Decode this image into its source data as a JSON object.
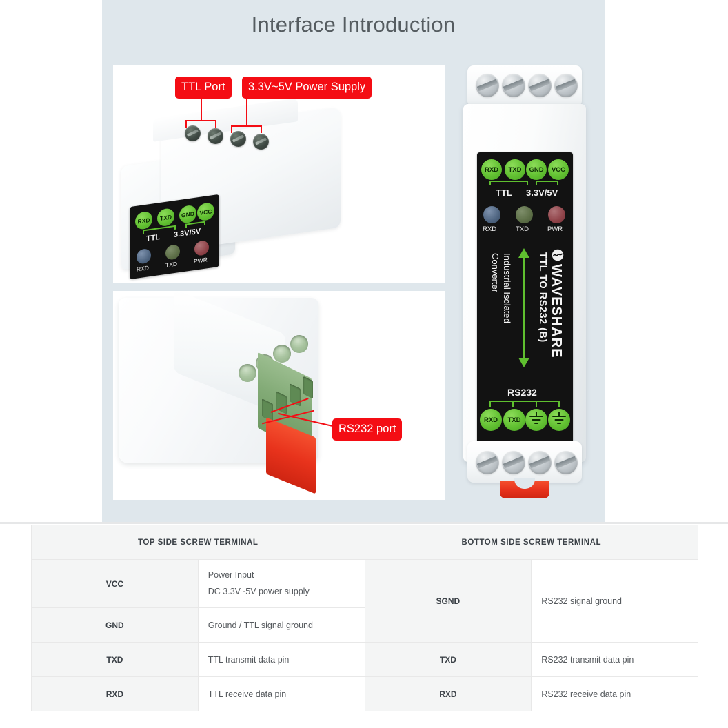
{
  "section": {
    "title": "Interface Introduction"
  },
  "callouts": {
    "ttl_port": "TTL Port",
    "power_supply": "3.3V~5V Power Supply",
    "rs232_port": "RS232 port"
  },
  "device_label": {
    "top_pads": [
      "RXD",
      "TXD",
      "GND",
      "VCC"
    ],
    "top_group_left": "TTL",
    "top_group_right": "3.3V/5V",
    "leds": [
      "RXD",
      "TXD",
      "PWR"
    ],
    "brand": "WAVESHARE",
    "product": "TTL TO RS232 (B)",
    "subtitle_line1": "Industrial Isolated",
    "subtitle_line2": "Converter",
    "bottom_group": "RS232",
    "bottom_pads": [
      "RXD",
      "TXD",
      "gnd-symbol",
      "gnd-symbol"
    ]
  },
  "icons": {
    "screw_terminal": "screw-icon",
    "ground_symbol": "ground-icon",
    "waveshare_logo": "waveshare-logo-icon",
    "signal_arrow": "down-arrow-icon"
  },
  "colors": {
    "accent_red": "#f40d14",
    "pad_green": "#62c132",
    "hero_bg": "#dfe7ec",
    "title_text": "#555c60",
    "table_header_bg": "#f4f5f5"
  },
  "table": {
    "headers": {
      "left": "TOP SIDE SCREW TERMINAL",
      "right": "BOTTOM SIDE SCREW TERMINAL"
    },
    "rows": [
      {
        "left_key": "VCC",
        "left_value_line1": "Power Input",
        "left_value_line2": "DC 3.3V~5V power supply",
        "right_key": "SGND",
        "right_value": "RS232 signal ground"
      },
      {
        "left_key": "GND",
        "left_value_line1": "Ground / TTL signal ground",
        "left_value_line2": ""
      },
      {
        "left_key": "TXD",
        "left_value_line1": "TTL transmit data pin",
        "right_key": "TXD",
        "right_value": "RS232 transmit data pin"
      },
      {
        "left_key": "RXD",
        "left_value_line1": "TTL receive data pin",
        "right_key": "RXD",
        "right_value": "RS232 receive data pin"
      }
    ]
  }
}
